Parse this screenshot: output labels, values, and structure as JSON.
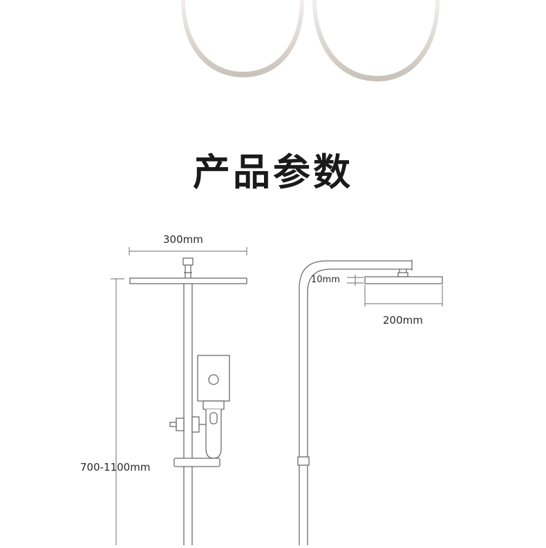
{
  "heading": "产品参数",
  "dimensions": {
    "head_width": "300mm",
    "height_range": "700-1100mm",
    "head_thickness": "10mm",
    "arm_reach": "200mm"
  },
  "colors": {
    "line": "#6b6b6b",
    "text": "#1a1a1a",
    "oval_fill": "#ffffff",
    "oval_edge": "#cfc9c2"
  }
}
